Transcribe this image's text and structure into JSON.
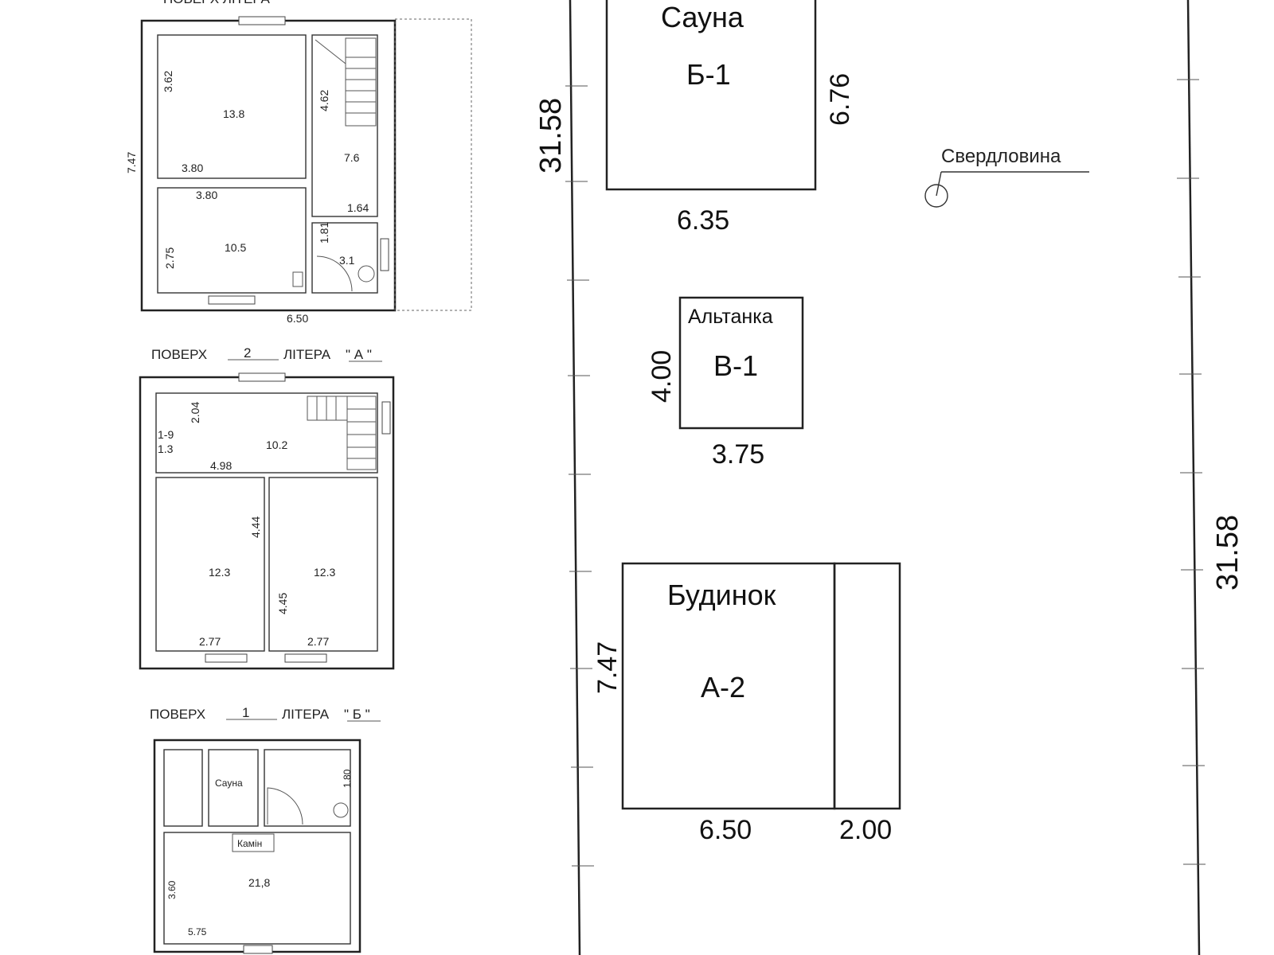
{
  "plan_top": {
    "header": "ПОВЕРХ    ЛІТЕРА",
    "rooms": [
      "13.8",
      "10.5",
      "7.6",
      "3.1"
    ],
    "dims": [
      "3.62",
      "4.62",
      "7.47",
      "3.80",
      "3.80",
      "1.64",
      "1.81",
      "2.75",
      "6.50"
    ]
  },
  "plan_a2": {
    "header": {
      "prefix": "ПОВЕРХ",
      "floor": "2",
      "mid": "ЛІТЕРА",
      "letter": "\" А \""
    },
    "rooms": [
      "10.2",
      "12.3",
      "12.3"
    ],
    "dims": [
      "2.04",
      "1-9",
      "1.3",
      "4.98",
      "4.44",
      "4.45",
      "2.77",
      "2.77"
    ]
  },
  "plan_b1": {
    "header": {
      "prefix": "ПОВЕРХ",
      "floor": "1",
      "mid": "ЛІТЕРА",
      "letter": "\" Б \""
    },
    "rooms": {
      "sauna": "Сауна",
      "fireplace": "Камін",
      "main": "21,8"
    },
    "dims": [
      "1.80",
      "3.60",
      "5.75"
    ]
  },
  "site": {
    "sauna": {
      "name": "Сауна",
      "code": "Б-1",
      "width": "6.35",
      "height": "6.76"
    },
    "gazebo": {
      "name": "Альтанка",
      "code": "В-1",
      "width": "3.75",
      "height": "4.00"
    },
    "house": {
      "name": "Будинок",
      "code": "А-2",
      "width": "6.50",
      "extra": "2.00",
      "height": "7.47"
    },
    "well": "Свердловина",
    "plot_left": "31.58",
    "plot_right": "31.58"
  }
}
